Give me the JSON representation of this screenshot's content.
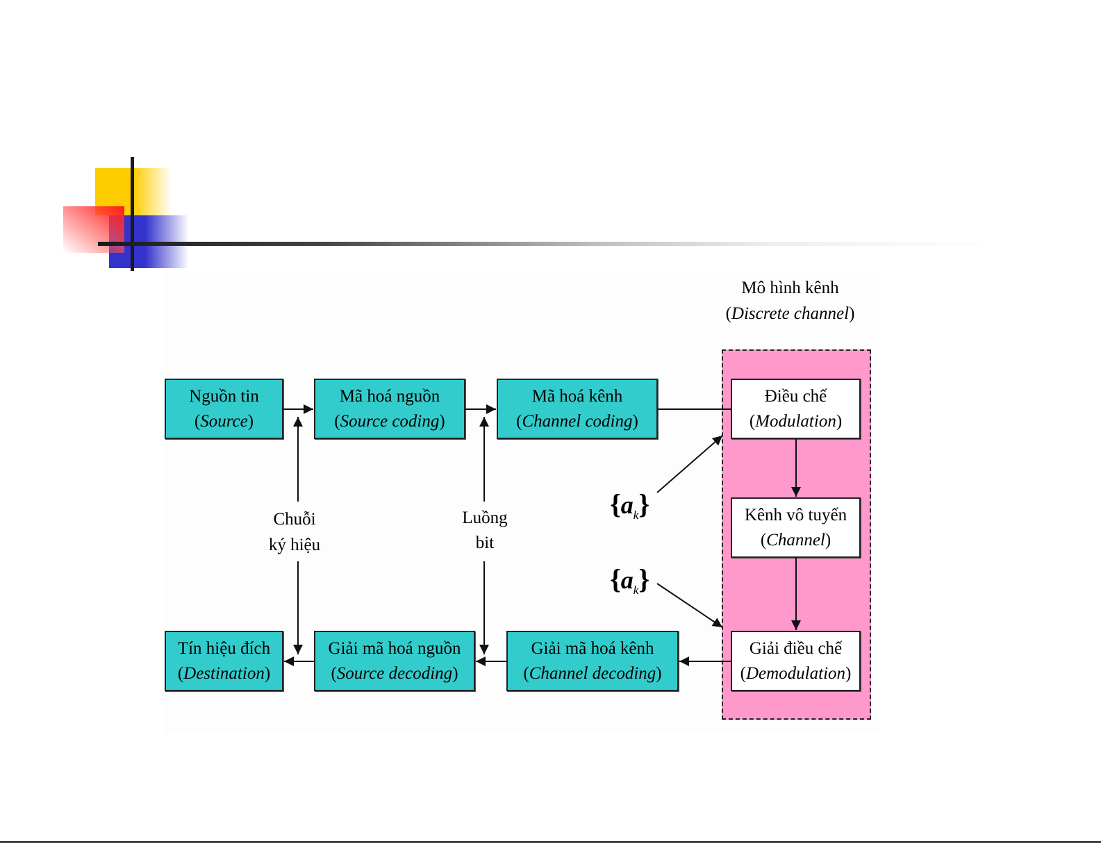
{
  "slide": {
    "title": "",
    "colors": {
      "block_fill": "#33cccc",
      "channel_region_fill": "#ff99cc",
      "inner_block_fill": "#ffffff",
      "accent_yellow": "#ffcc00",
      "accent_blue": "#3333cc",
      "accent_red": "#ff1a1a"
    }
  },
  "diagram": {
    "channel_region": {
      "title": "Mô hình kênh",
      "title_en": "Discrete channel"
    },
    "blocks": {
      "source": {
        "vi": "Nguồn tin",
        "en": "Source"
      },
      "source_coding": {
        "vi": "Mã hoá nguồn",
        "en": "Source coding"
      },
      "channel_coding": {
        "vi": "Mã hoá kênh",
        "en": "Channel coding"
      },
      "modulation": {
        "vi": "Điều chế",
        "en": "Modulation"
      },
      "channel": {
        "vi": "Kênh vô tuyến",
        "en": "Channel"
      },
      "demodulation": {
        "vi": "Giải điều chế",
        "en": "Demodulation"
      },
      "channel_decoding": {
        "vi": "Giải mã hoá kênh",
        "en": "Channel decoding"
      },
      "source_decoding": {
        "vi": "Giải mã hoá nguồn",
        "en": "Source decoding"
      },
      "destination": {
        "vi": "Tín hiệu đích",
        "en": "Destination"
      }
    },
    "labels": {
      "symbol_stream_line1": "Chuỗi",
      "symbol_stream_line2": "ký hiệu",
      "bit_stream_line1": "Luồng",
      "bit_stream_line2": "bit"
    },
    "symbols": {
      "input_symbol": {
        "open": "{",
        "base": "a",
        "sub": "k",
        "close": "}"
      },
      "output_symbol": {
        "open": "{",
        "base": "a",
        "sub": "k",
        "close": "}"
      }
    }
  }
}
